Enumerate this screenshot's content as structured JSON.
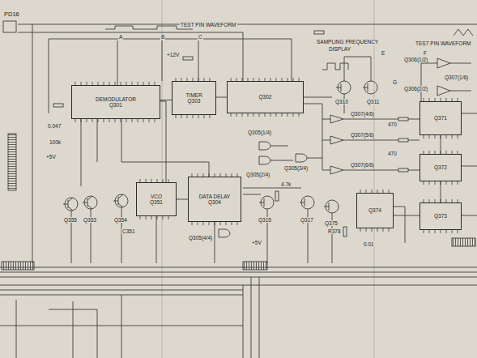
{
  "diagram": {
    "nodes": [
      {
        "text": [
          "DEMODULATOR",
          "Q301"
        ]
      },
      {
        "text": [
          "TIMER",
          "Q303"
        ]
      },
      {
        "text": [
          "Q302"
        ]
      },
      {
        "text": [
          "VCO",
          "Q351"
        ]
      },
      {
        "text": [
          "DATA DELAY",
          "Q304"
        ]
      },
      {
        "text": [
          "Q374"
        ]
      },
      {
        "text": [
          "Q371"
        ]
      },
      {
        "text": [
          "Q372"
        ]
      },
      {
        "text": [
          "Q373"
        ]
      }
    ],
    "edges": [
      {
        "from": 0,
        "to": 1,
        "arrow": "none"
      },
      {
        "from": 1,
        "to": 2,
        "arrow": "none"
      },
      {
        "from": 3,
        "to": 4,
        "arrow": "none"
      },
      {
        "from": 6,
        "to": 7,
        "arrow": "none"
      },
      {
        "from": 7,
        "to": 8,
        "arrow": "none"
      },
      {
        "from": 5,
        "to": 8,
        "arrow": "none"
      }
    ],
    "labels": [
      "PD16",
      "TEST PIN WAVEFORM",
      "A",
      "B",
      "C",
      "+12V",
      "SAMPLING FREQUENCY",
      "DISPLAY",
      "TEST PIN WAVEFORM",
      "E",
      "F",
      "G",
      "Q306(1/2)",
      "Q307(1/6)",
      "Q306(2/2)",
      "Q310",
      "Q311",
      "Q307(4/6)",
      "Q307(5/6)",
      "Q307(6/6)",
      "Q305(1/4)",
      "Q305(2/4)",
      "Q305(3/4)",
      "Q305(4/4)",
      "Q355",
      "Q353",
      "Q354",
      "Q315",
      "Q317",
      "Q375",
      "0.047",
      "100k",
      "+5V",
      "470",
      "470",
      "R378",
      "0.01",
      "C351",
      "4.7k",
      "+5V"
    ]
  }
}
